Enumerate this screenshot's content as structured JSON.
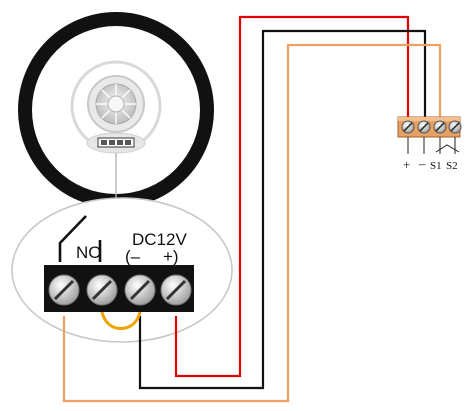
{
  "detector": {
    "icon": "ceiling-motion-sensor-icon"
  },
  "relay_block": {
    "no_label": "NO",
    "dc_label": "DC12V",
    "minus_label": "(–",
    "plus_label": "+)"
  },
  "remote_terminal": {
    "labels": [
      "+",
      "–",
      "S1",
      "S2"
    ]
  },
  "wires": {
    "red": "#e00000",
    "black": "#111111",
    "orange": "#f0a060",
    "jumper": "#f0a000"
  },
  "colors": {
    "terminal_block": "#111111",
    "remote_block": "#e8a060"
  }
}
